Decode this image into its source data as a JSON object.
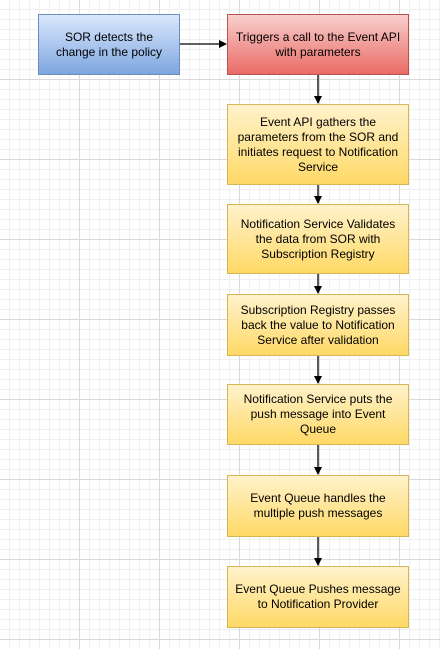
{
  "nodes": {
    "sor_detects": "SOR detects the change in the policy",
    "triggers_call": "Triggers a call to the Event API with parameters",
    "event_api_gathers": "Event API gathers the parameters from the SOR and initiates request to Notification Service",
    "validates": "Notification Service Validates the data from SOR with Subscription Registry",
    "registry_passes": "Subscription Registry passes back the value to Notification Service after validation",
    "puts_message": "Notification Service puts the push message into Event Queue",
    "queue_handles": "Event Queue handles the multiple push messages",
    "queue_pushes": "Event Queue Pushes message to Notification Provider"
  },
  "colors": {
    "connector": "#000000",
    "blue_fill": "#7ea6e0",
    "red_fill": "#ea6b66",
    "yellow_fill": "#ffd966"
  }
}
